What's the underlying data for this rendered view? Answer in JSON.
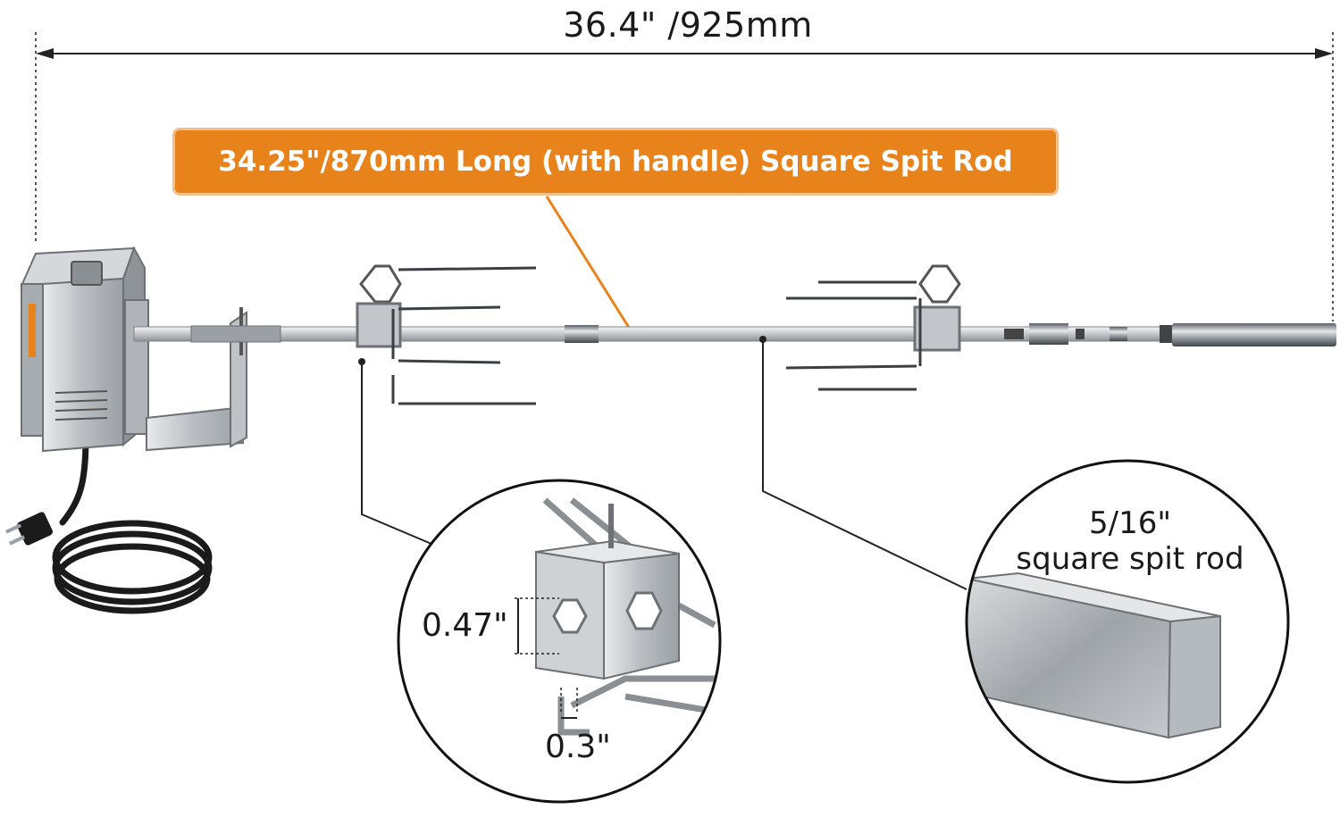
{
  "dimensions": {
    "overall_length": "36.4\" /925mm",
    "rod_banner": "34.25\"/870mm Long (with handle) Square Spit Rod"
  },
  "fork_detail": {
    "slot_height": "0.47\"",
    "slot_width": "0.3\""
  },
  "rod_detail": {
    "size": "5/16\"",
    "description": "square spit rod"
  },
  "colors": {
    "accent": "#e8831b",
    "steel": "#b8bcc0",
    "dark": "#1a1a1a"
  }
}
